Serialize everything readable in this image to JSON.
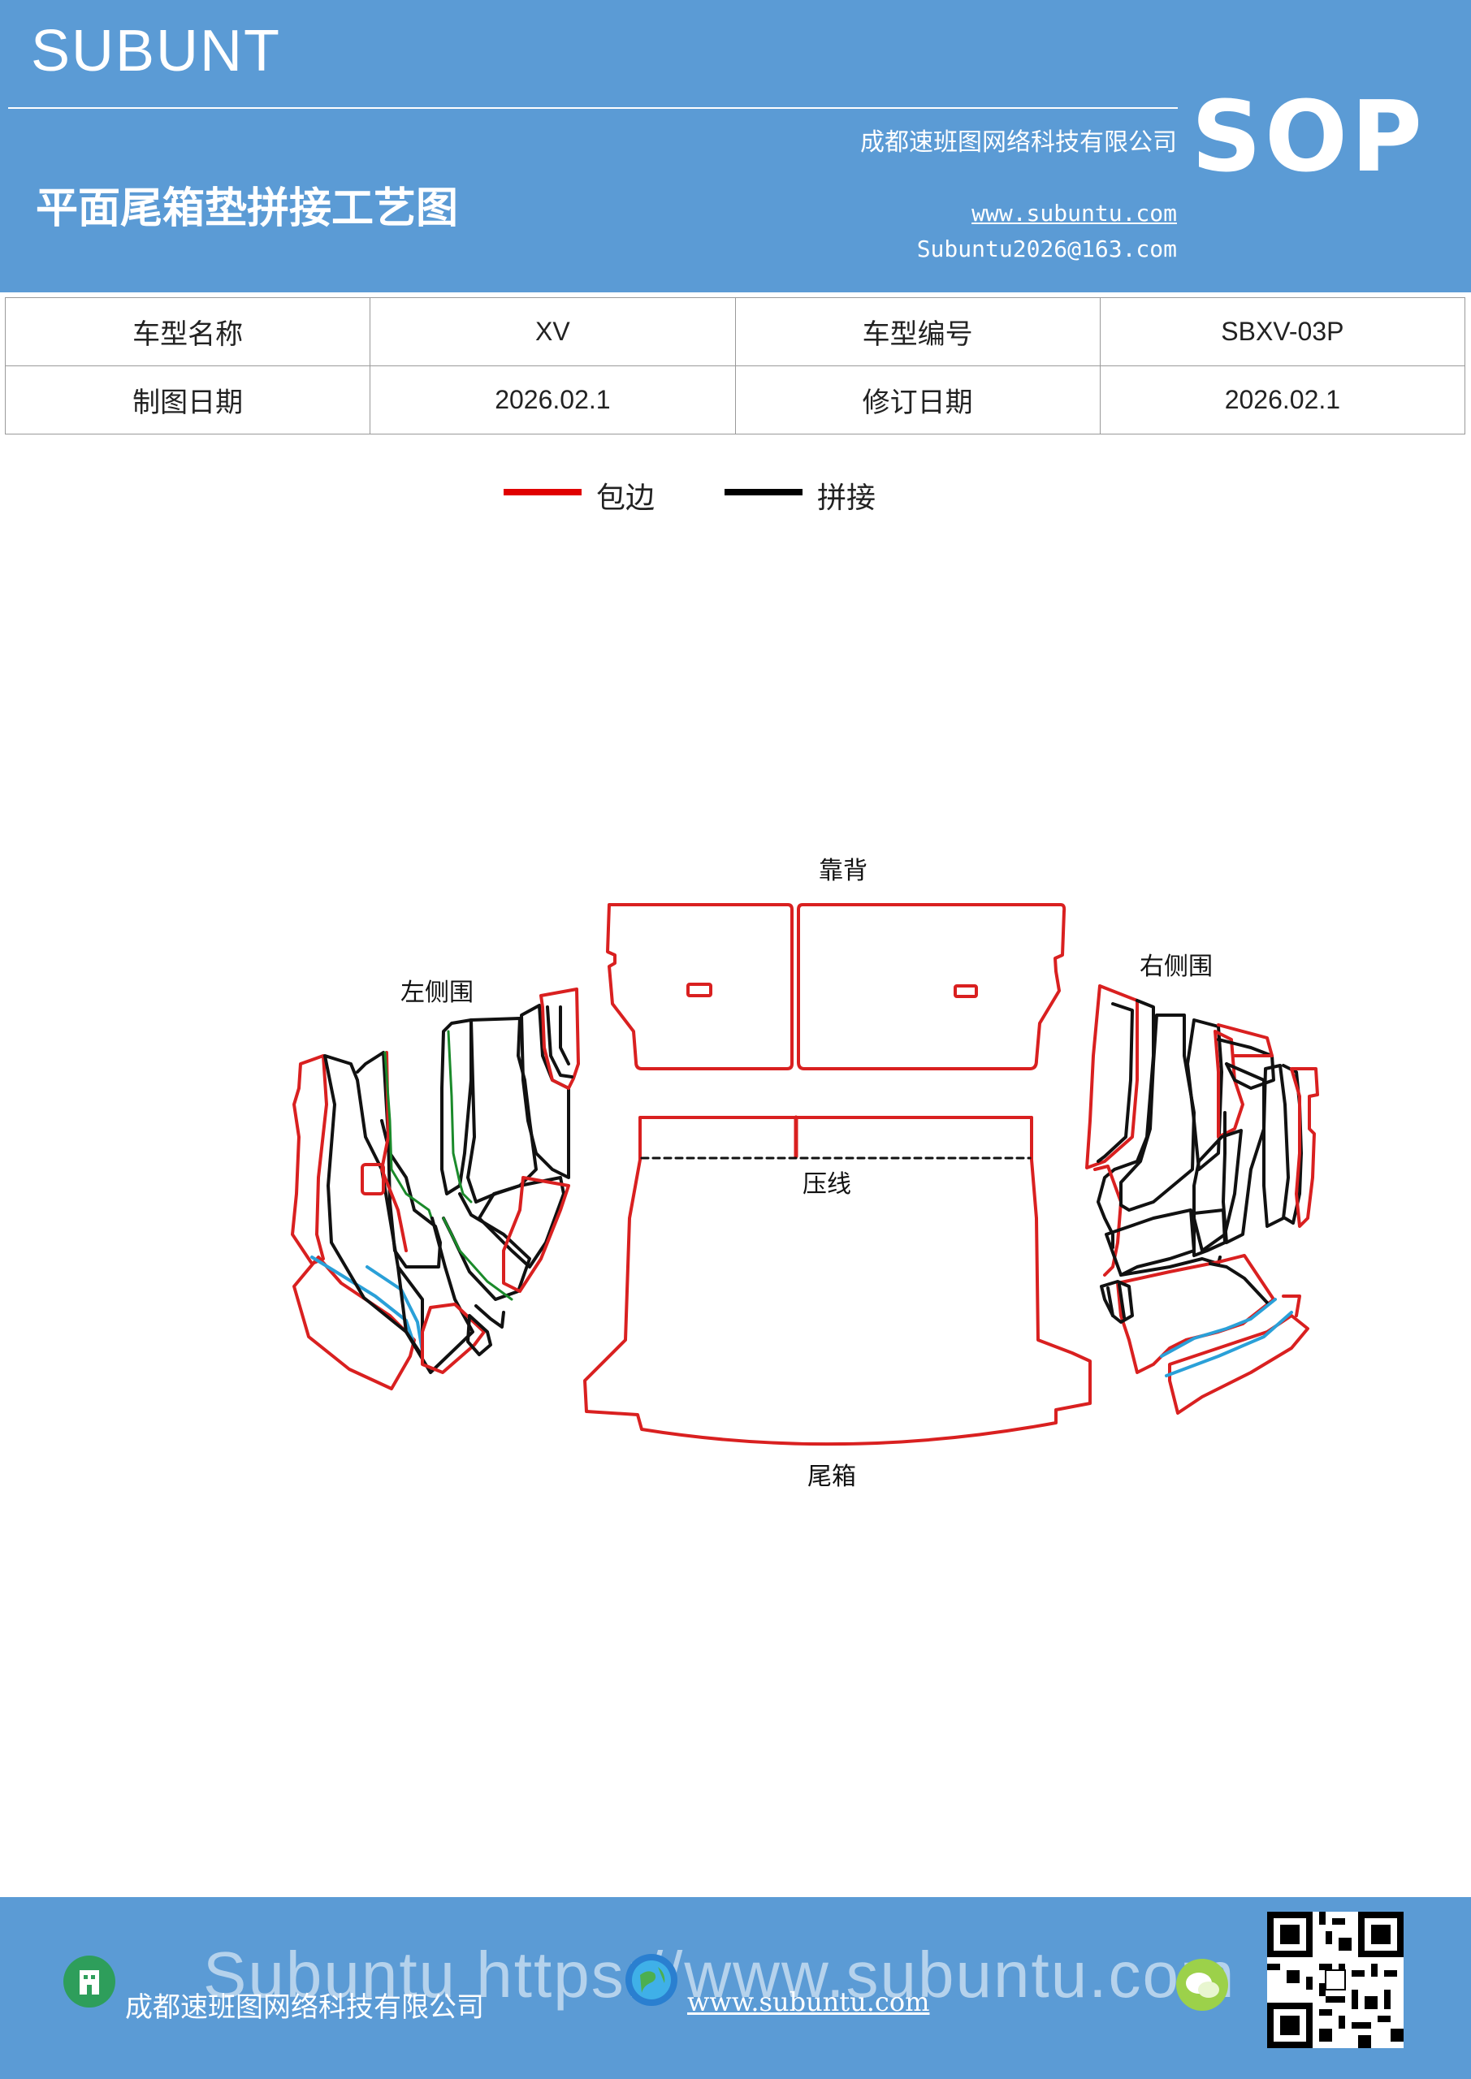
{
  "header": {
    "brand": "SUBUNT",
    "title": "平面尾箱垫拼接工艺图",
    "company": "成都速班图网络科技有限公司",
    "website": "www.subuntu.com",
    "email": "Subuntu2026@163.com",
    "badge": "SOP",
    "bg_color": "#5b9bd5"
  },
  "info_table": {
    "rows": [
      {
        "label1": "车型名称",
        "value1": "XV",
        "label2": "车型编号",
        "value2": "SBXV-03P"
      },
      {
        "label1": "制图日期",
        "value1": "2026.02.1",
        "label2": "修订日期",
        "value2": "2026.02.1"
      }
    ]
  },
  "legend": {
    "items": [
      {
        "label": "包边",
        "color": "#e00000"
      },
      {
        "label": "拼接",
        "color": "#000000"
      }
    ]
  },
  "diagram": {
    "labels": {
      "backrest": "靠背",
      "left_side": "左侧围",
      "right_side": "右侧围",
      "crease": "压线",
      "trunk": "尾箱"
    },
    "colors": {
      "edge": "#d92020",
      "seam": "#111111",
      "green": "#1a8a2a",
      "blue": "#2aa0d8"
    }
  },
  "footer": {
    "company": "成都速班图网络科技有限公司",
    "url": "www.subuntu.com",
    "watermark": "Subuntu https://www.subuntu.com",
    "icons": [
      "building-icon",
      "globe-icon",
      "wechat-icon"
    ]
  }
}
